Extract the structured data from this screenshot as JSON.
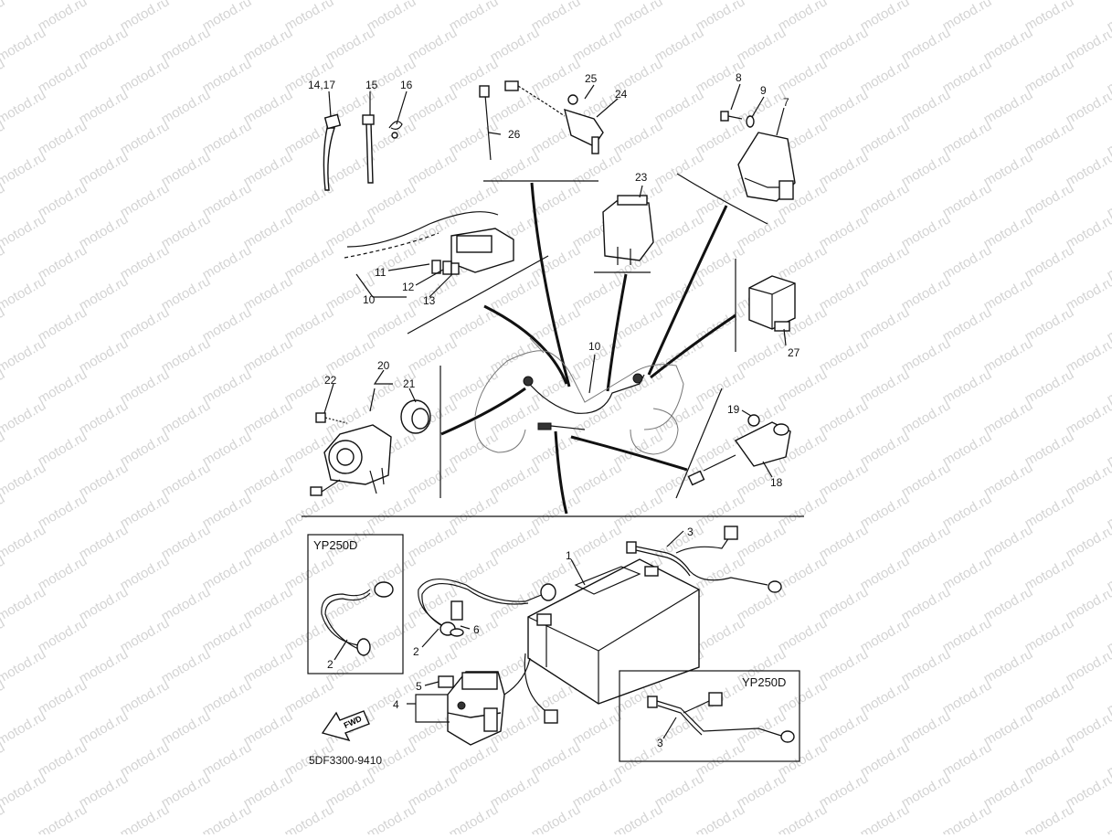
{
  "diagram": {
    "code": "5DF3300-9410",
    "watermark": "motod.ru",
    "fwd_badge": "FWD",
    "inset_boxes": {
      "left": {
        "title": "YP250D",
        "callout": "2"
      },
      "right": {
        "title": "YP250D",
        "callout": "3"
      }
    },
    "callouts": {
      "c1": "1",
      "c2": "2",
      "c3": "3",
      "c4": "4",
      "c5": "5",
      "c6": "6",
      "c7": "7",
      "c8": "8",
      "c9": "9",
      "c10a": "10",
      "c10b": "10",
      "c11": "11",
      "c12": "12",
      "c13": "13",
      "c1417": "14,17",
      "c15": "15",
      "c16": "16",
      "c18": "18",
      "c19": "19",
      "c20": "20",
      "c21": "21",
      "c22": "22",
      "c23": "23",
      "c24": "24",
      "c25": "25",
      "c26": "26",
      "c27": "27"
    }
  }
}
